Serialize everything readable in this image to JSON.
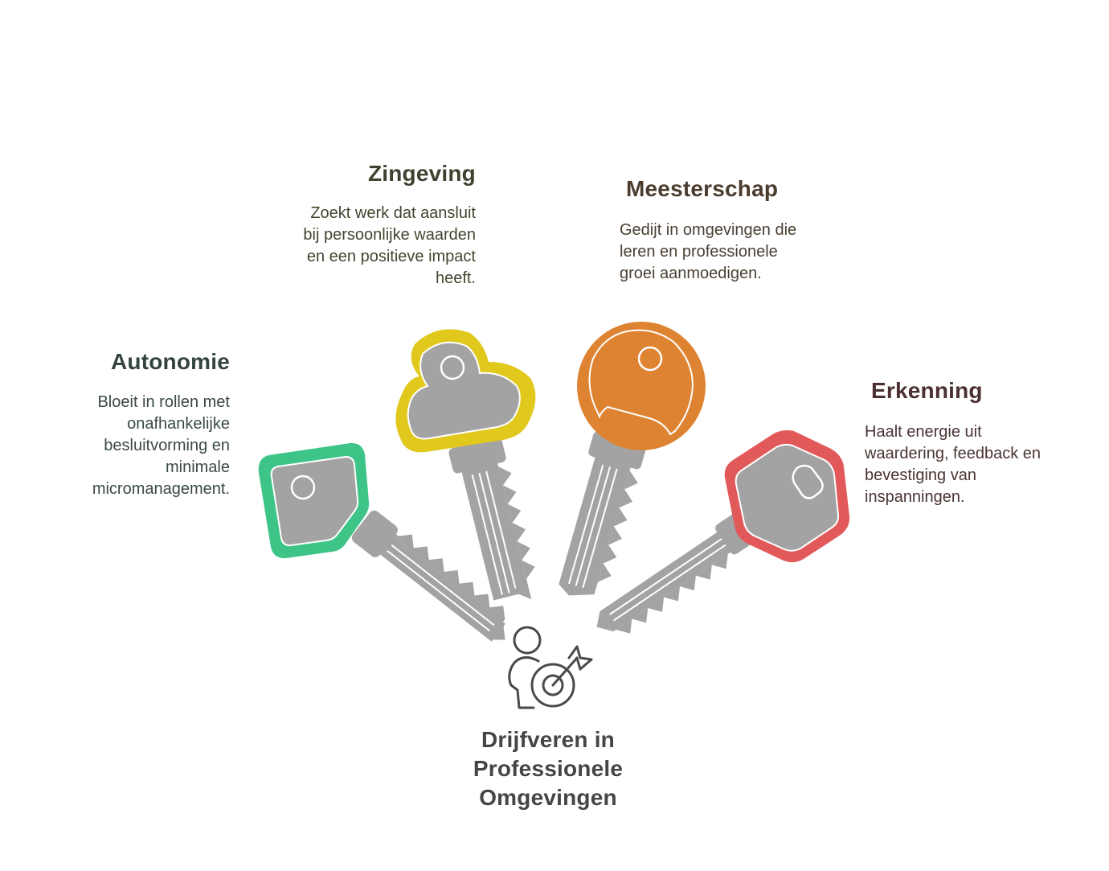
{
  "center": {
    "title_lines": [
      "Drijfveren in",
      "Professionele",
      "Omgevingen"
    ],
    "icon": "person-target-icon"
  },
  "items": [
    {
      "id": "autonomie",
      "title": "Autonomie",
      "lines": [
        "Bloeit in rollen met",
        "onafhankelijke",
        "besluitvorming en",
        "minimale",
        "micromanagement."
      ],
      "color": "#3ec487",
      "key_icon": "square-key-icon"
    },
    {
      "id": "zingeving",
      "title": "Zingeving",
      "lines": [
        "Zoekt werk dat aansluit",
        "bij persoonlijke waarden",
        "en een positieve impact",
        "heeft."
      ],
      "color": "#e1c81c",
      "key_icon": "cloud-key-icon"
    },
    {
      "id": "meesterschap",
      "title": "Meesterschap",
      "lines": [
        "Gedijt in omgevingen die",
        "leren en professionele",
        "groei aanmoedigen."
      ],
      "color": "#de8332",
      "key_icon": "round-key-icon"
    },
    {
      "id": "erkenning",
      "title": "Erkenning",
      "lines": [
        "Haalt energie uit",
        "waardering, feedback en",
        "bevestiging van",
        "inspanningen."
      ],
      "color": "#e2595a",
      "key_icon": "hexagon-key-icon"
    }
  ],
  "colors": {
    "key_gray": "#a3a3a3",
    "outline": "#ffffff",
    "icon_stroke": "#4a4a4a"
  }
}
